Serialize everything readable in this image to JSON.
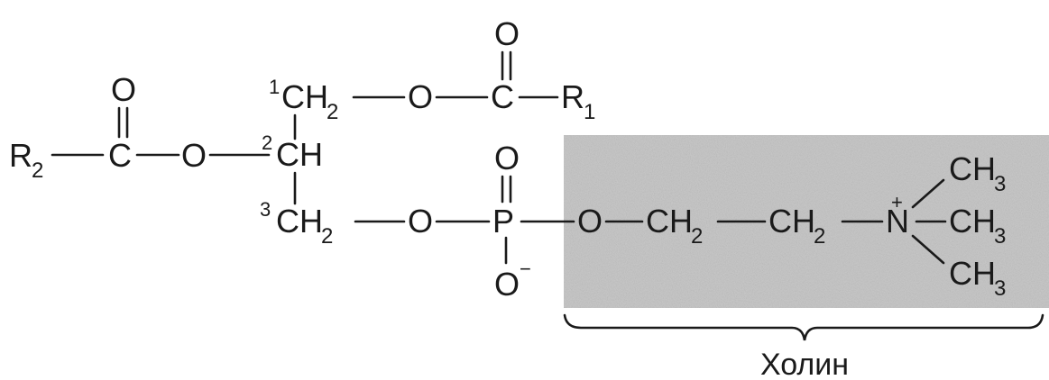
{
  "molecule": {
    "glycerol_carbons": [
      {
        "label": "CH",
        "subscript": "2",
        "locant": "1"
      },
      {
        "label": "CH",
        "subscript": "",
        "locant": "2"
      },
      {
        "label": "CH",
        "subscript": "2",
        "locant": "3"
      }
    ],
    "oxygen": "O",
    "carbon": "C",
    "phosphorus": "P",
    "nitrogen": "N",
    "nitrogen_charge": "+",
    "oxygen_charge": "−",
    "acyl_groups": [
      {
        "symbol": "R",
        "subscript": "1"
      },
      {
        "symbol": "R",
        "subscript": "2"
      }
    ],
    "choline_groups": [
      {
        "label": "CH",
        "subscript": "2"
      },
      {
        "label": "CH",
        "subscript": "2"
      }
    ],
    "methyl_groups": [
      {
        "label": "CH",
        "subscript": "3"
      },
      {
        "label": "CH",
        "subscript": "3"
      },
      {
        "label": "CH",
        "subscript": "3"
      }
    ]
  },
  "highlight": {
    "caption": "Холин",
    "fill_color": "#c9c9c9"
  }
}
